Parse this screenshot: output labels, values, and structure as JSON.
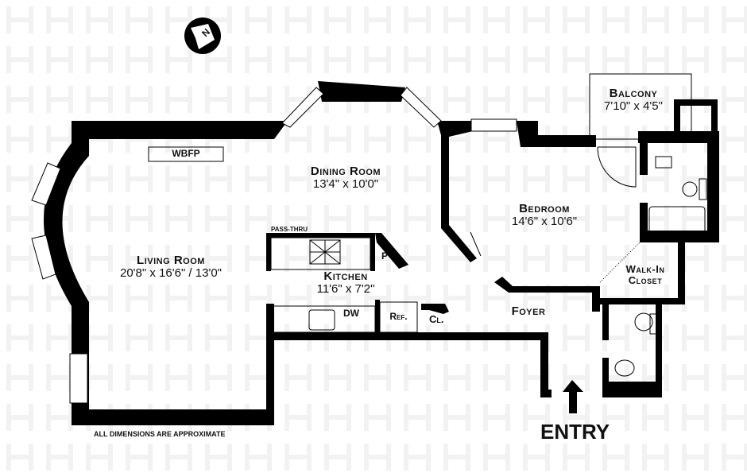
{
  "rooms": {
    "living": {
      "name": "Living Room",
      "dims": "20'8\" x 16'6\" / 13'0\""
    },
    "dining": {
      "name": "Dining Room",
      "dims": "13'4\" x 10'0\""
    },
    "bedroom": {
      "name": "Bedroom",
      "dims": "14'6\" x 10'6\""
    },
    "kitchen": {
      "name": "Kitchen",
      "dims": "11'6\" x 7'2\""
    },
    "balcony": {
      "name": "Balcony",
      "dims": "7'10\" x 4'5\""
    },
    "closet": {
      "name": "Walk-In Closet"
    },
    "foyer": {
      "name": "Foyer"
    }
  },
  "fixtures": {
    "fireplace": "WBFP",
    "pass_thru": "PASS-THRU",
    "pantry": "P",
    "dishwasher": "DW",
    "fridge": "Ref.",
    "coat_closet": "Cl."
  },
  "entry": "ENTRY",
  "compass": "N",
  "footnote": "ALL DIMENSIONS ARE APPROXIMATE"
}
